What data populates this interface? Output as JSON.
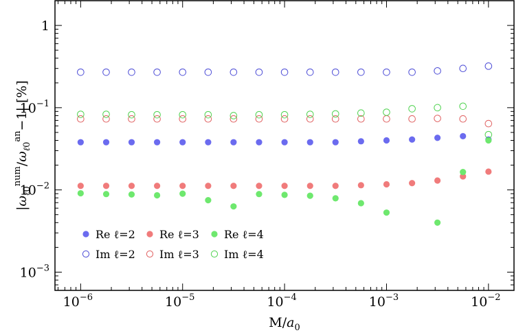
{
  "chart_data": {
    "type": "scatter",
    "xscale": "log",
    "yscale": "log",
    "xlim": [
      5.6e-07,
      0.0178
    ],
    "ylim": [
      0.0006,
      2.0
    ],
    "xlabel": "M/a0",
    "ylabel": "|ω_ℓ0^num/ω_ℓ0^an − 1| [%]",
    "grid": false,
    "legend_position": "lower-left",
    "x": [
      1e-06,
      1.78e-06,
      3.16e-06,
      5.62e-06,
      1e-05,
      1.78e-05,
      3.16e-05,
      5.62e-05,
      0.0001,
      0.000178,
      0.000316,
      0.000562,
      0.001,
      0.00178,
      0.00316,
      0.00562,
      0.01
    ],
    "x_ticks": [
      {
        "value": 1e-06,
        "base": "10",
        "exp": "−6"
      },
      {
        "value": 1e-05,
        "base": "10",
        "exp": "−5"
      },
      {
        "value": 0.0001,
        "base": "10",
        "exp": "−4"
      },
      {
        "value": 0.001,
        "base": "10",
        "exp": "−3"
      },
      {
        "value": 0.01,
        "base": "10",
        "exp": "−2"
      }
    ],
    "y_ticks": [
      {
        "value": 1,
        "base": "1",
        "exp": ""
      },
      {
        "value": 0.1,
        "base": "10",
        "exp": "−1"
      },
      {
        "value": 0.01,
        "base": "10",
        "exp": "−2"
      },
      {
        "value": 0.001,
        "base": "10",
        "exp": "−3"
      }
    ],
    "series": [
      {
        "name": "Re ℓ=2",
        "filled": true,
        "color": "#6b6bef",
        "values": [
          0.038,
          0.038,
          0.038,
          0.038,
          0.038,
          0.038,
          0.038,
          0.038,
          0.038,
          0.038,
          0.038,
          0.039,
          0.04,
          0.041,
          0.043,
          0.045,
          0.041
        ]
      },
      {
        "name": "Re ℓ=3",
        "filled": true,
        "color": "#f07b7b",
        "values": [
          0.0112,
          0.0112,
          0.0112,
          0.0112,
          0.0112,
          0.0112,
          0.0112,
          0.0112,
          0.0112,
          0.0112,
          0.0112,
          0.0114,
          0.0117,
          0.0121,
          0.013,
          0.0146,
          0.0167
        ]
      },
      {
        "name": "Re ℓ=4",
        "filled": true,
        "color": "#6ee86e",
        "values": [
          0.0091,
          0.0089,
          0.0088,
          0.0086,
          0.009,
          0.0075,
          0.0063,
          0.0089,
          0.0087,
          0.0085,
          0.0079,
          0.0069,
          0.0053,
          null,
          0.004,
          0.0165,
          0.04
        ]
      },
      {
        "name": "Im ℓ=2",
        "filled": false,
        "color": "#4b4bd6",
        "values": [
          0.27,
          0.27,
          0.27,
          0.27,
          0.27,
          0.27,
          0.27,
          0.27,
          0.27,
          0.27,
          0.27,
          0.27,
          0.27,
          0.27,
          0.28,
          0.3,
          0.32
        ]
      },
      {
        "name": "Im ℓ=3",
        "filled": false,
        "color": "#e06060",
        "values": [
          0.073,
          0.073,
          0.073,
          0.073,
          0.073,
          0.073,
          0.073,
          0.073,
          0.073,
          0.073,
          0.073,
          0.073,
          0.073,
          0.073,
          0.074,
          0.073,
          0.064
        ]
      },
      {
        "name": "Im ℓ=4",
        "filled": false,
        "color": "#4fd24f",
        "values": [
          0.083,
          0.083,
          0.082,
          0.082,
          0.082,
          0.082,
          0.08,
          0.082,
          0.082,
          0.083,
          0.084,
          0.086,
          0.088,
          0.097,
          0.1,
          0.104,
          0.047
        ]
      }
    ],
    "legend_order": [
      0,
      1,
      2,
      3,
      4,
      5
    ]
  }
}
